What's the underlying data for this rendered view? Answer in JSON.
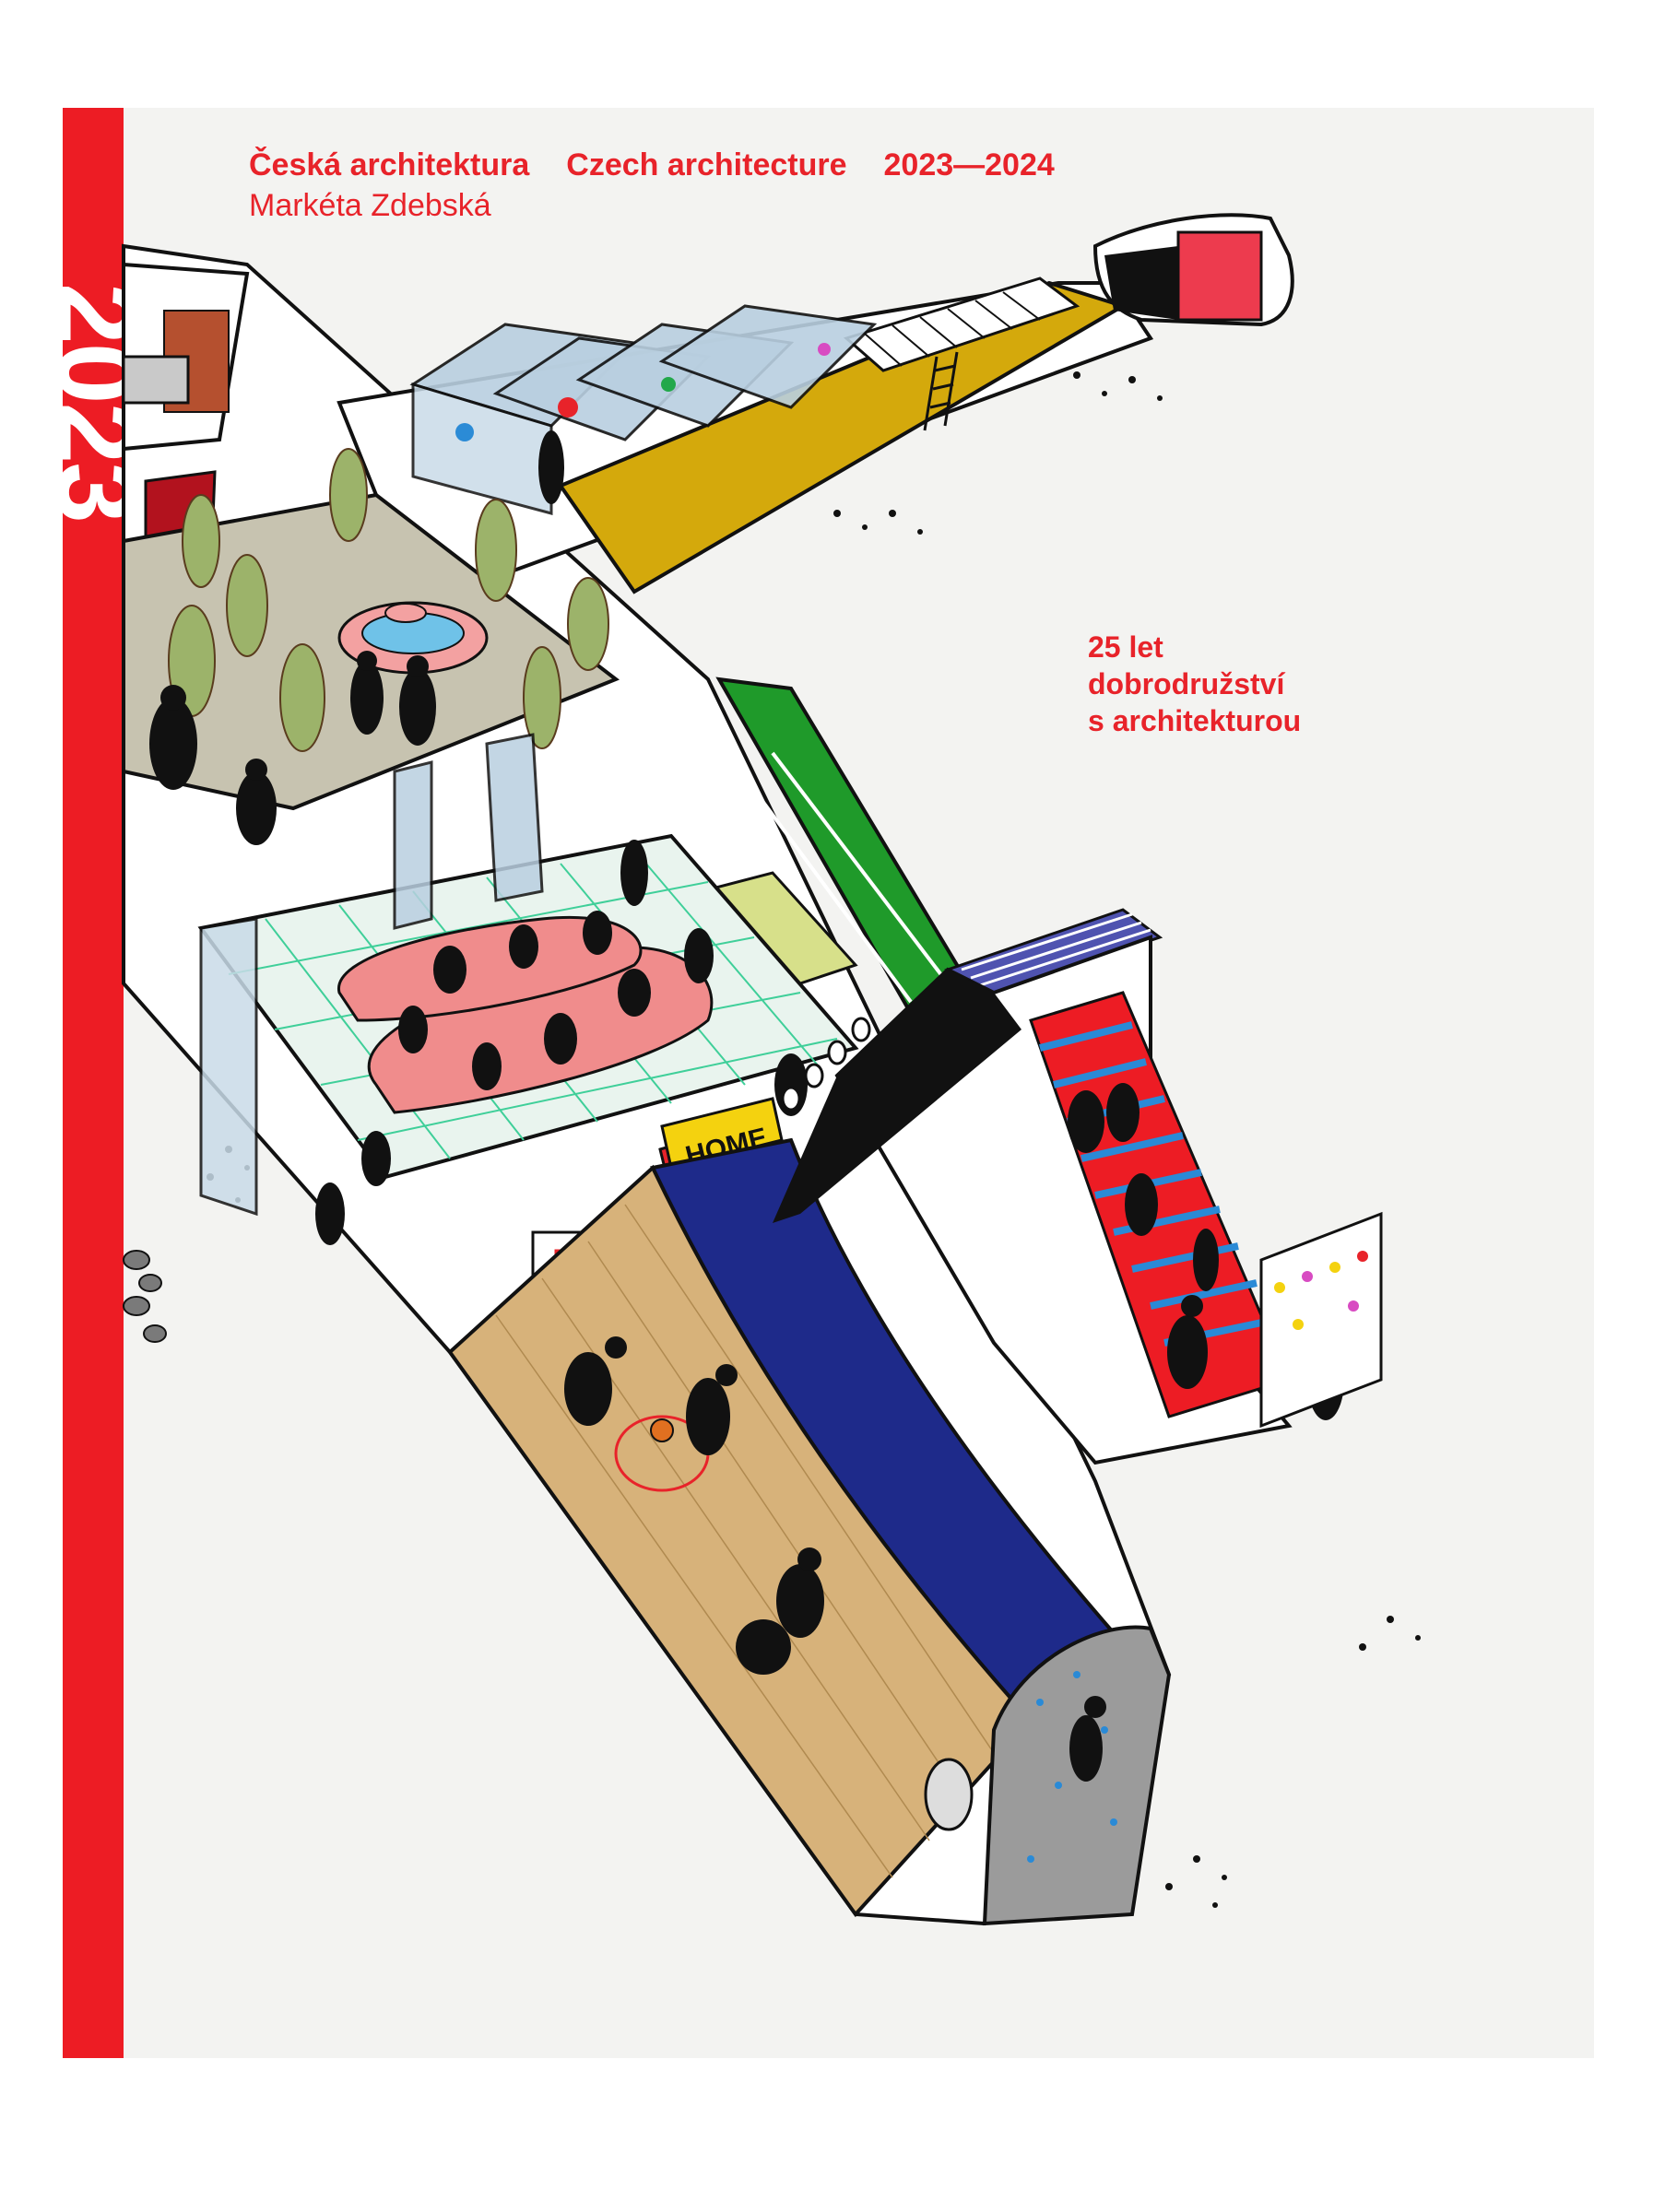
{
  "cover": {
    "spine_text": "2023",
    "title_cz": "Česká architektura",
    "title_en": "Czech architecture",
    "years": "2023—2024",
    "author": "Markéta Zdebská",
    "tagline": [
      "25 let",
      "dobrodružství",
      "s architekturou"
    ],
    "sign_home": "HOME",
    "colors": {
      "accent_red": "#e8232a",
      "background": "#f3f3f1",
      "mustard": "#d4a90c",
      "navy": "#1e2a8a",
      "green": "#1f9a2a",
      "pink": "#f08c8c",
      "wood": "#d7b27a"
    }
  }
}
